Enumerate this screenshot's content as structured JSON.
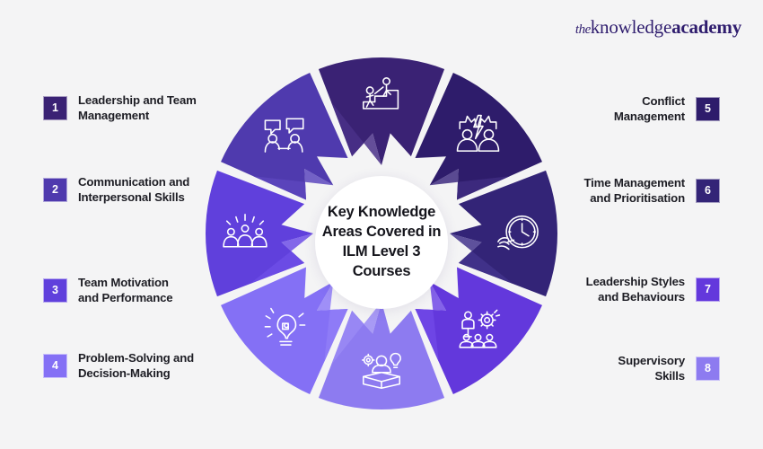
{
  "brand": {
    "logo_the": "the",
    "logo_knowledge": "knowledge",
    "logo_academy": "academy",
    "logo_color": "#2f1d6e"
  },
  "background_color": "#f4f4f5",
  "center": {
    "title": "Key Knowledge Areas Covered in ILM Level 3 Courses",
    "background": "#ffffff",
    "text_color": "#15151c"
  },
  "chart_data": {
    "type": "pie",
    "title": "Key Knowledge Areas Covered in ILM Level 3 Courses",
    "legend_position": "sides",
    "categories": [
      "Leadership and Team Management",
      "Communication and Interpersonal Skills",
      "Team Motivation and Performance",
      "Problem-Solving and Decision-Making",
      "Conflict Management",
      "Time Management and Prioritisation",
      "Leadership Styles and Behaviours",
      "Supervisory Skills"
    ],
    "values": [
      12.5,
      12.5,
      12.5,
      12.5,
      12.5,
      12.5,
      12.5,
      12.5
    ],
    "colors": [
      "#3a2274",
      "#4f3aae",
      "#6040dc",
      "#8470f5",
      "#2e1c6b",
      "#332477",
      "#6338dc",
      "#8d7bf0"
    ]
  },
  "segments": [
    {
      "number": "1",
      "label": "Leadership and Team\nManagement",
      "color": "#3a2274",
      "shade": "#4a3088",
      "icon": "mentor-helping-up-steps-icon",
      "side": "left"
    },
    {
      "number": "2",
      "label": "Communication and\nInterpersonal Skills",
      "color": "#4f3aae",
      "shade": "#5c47bd",
      "icon": "two-people-speech-bubbles-icon",
      "side": "left"
    },
    {
      "number": "3",
      "label": "Team Motivation\nand Performance",
      "color": "#6040dc",
      "shade": "#6d4ee6",
      "icon": "team-celebrating-icon",
      "side": "left"
    },
    {
      "number": "4",
      "label": "Problem-Solving and\nDecision-Making",
      "color": "#8470f5",
      "shade": "#8f7df7",
      "icon": "lightbulb-puzzle-idea-icon",
      "side": "left"
    },
    {
      "number": "5",
      "label": "Conflict\nManagement",
      "color": "#2e1c6b",
      "shade": "#3e2c80",
      "icon": "two-people-lightning-conflict-icon",
      "side": "right"
    },
    {
      "number": "6",
      "label": "Time Management\nand Prioritisation",
      "color": "#332477",
      "shade": "#43348c",
      "icon": "clock-hand-time-icon",
      "side": "right"
    },
    {
      "number": "7",
      "label": "Leadership Styles\nand Behaviours",
      "color": "#6338dc",
      "shade": "#7048e6",
      "icon": "leader-presenting-gear-icon",
      "side": "right"
    },
    {
      "number": "8",
      "label": "Supervisory\nSkills",
      "color": "#8d7bf0",
      "shade": "#9a89f4",
      "icon": "person-book-gear-bulb-icon",
      "side": "right"
    }
  ]
}
